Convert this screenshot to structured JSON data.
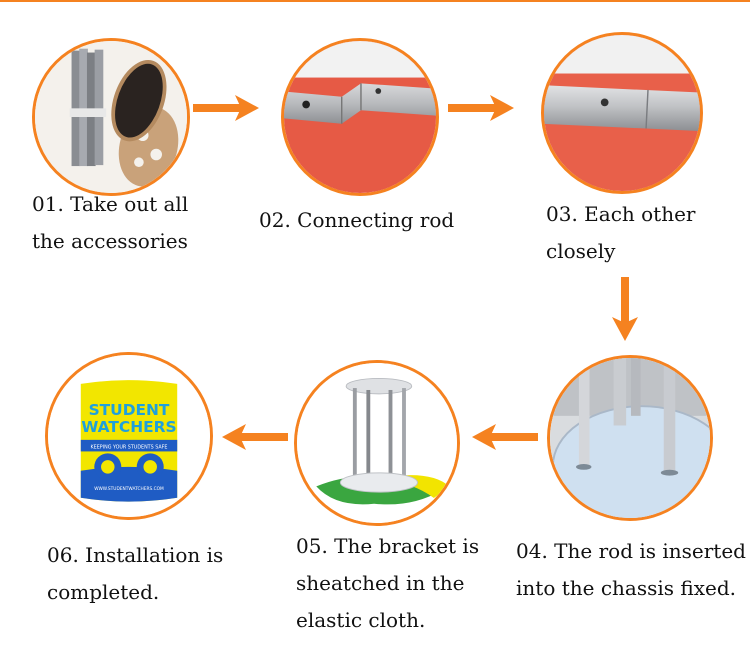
{
  "accent_color": "#f58220",
  "steps": [
    {
      "number": "01.",
      "lines": [
        "Take out all",
        "the accessories"
      ]
    },
    {
      "number": "02.",
      "lines": [
        "Connecting rod"
      ]
    },
    {
      "number": "03.",
      "lines": [
        "Each other",
        "closely"
      ]
    },
    {
      "number": "04.",
      "lines": [
        "The rod is inserted",
        "into the chassis fixed."
      ]
    },
    {
      "number": "05.",
      "lines": [
        "The bracket is",
        "sheatched in the",
        "elastic cloth."
      ]
    },
    {
      "number": "06.",
      "lines": [
        "Installation is",
        "completed."
      ]
    }
  ],
  "product_print": {
    "brand_line1": "STUDENT",
    "brand_line2": "WATCHERS",
    "tagline": "KEEPING YOUR STUDENTS SAFE",
    "url": "WWW.STUDENTWATCHERS.COM"
  },
  "icons": [
    "arrow-right-icon",
    "arrow-right-icon",
    "arrow-down-icon",
    "arrow-left-icon",
    "arrow-left-icon"
  ]
}
